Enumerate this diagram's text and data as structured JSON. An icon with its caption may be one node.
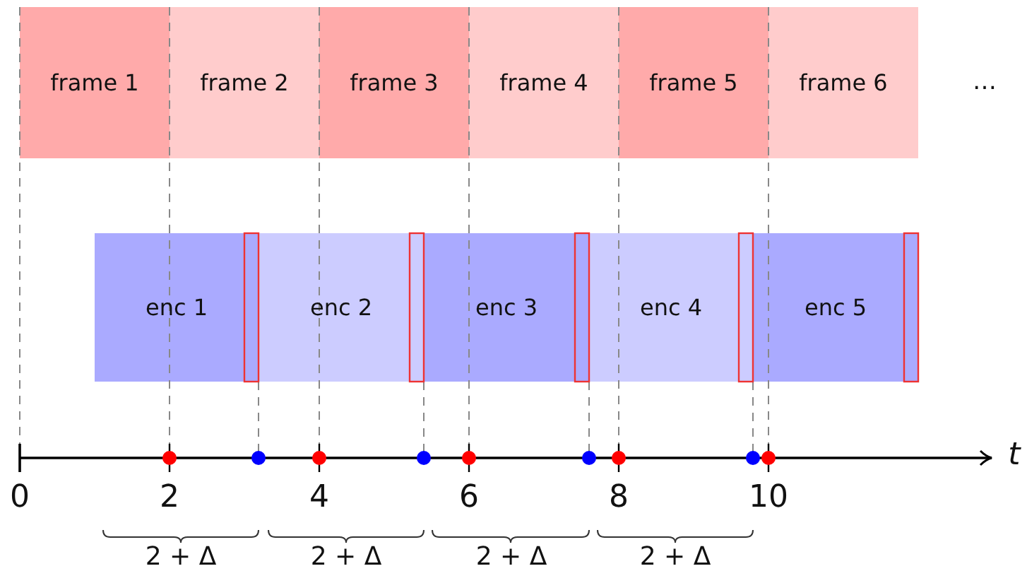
{
  "diagram": {
    "nodes": [
      {
        "text": [
          "frame 1"
        ]
      },
      {
        "text": [
          "frame 2"
        ]
      },
      {
        "text": [
          "frame 3"
        ]
      },
      {
        "text": [
          "frame 4"
        ]
      },
      {
        "text": [
          "frame 5"
        ]
      },
      {
        "text": [
          "frame 6"
        ]
      },
      {
        "text": [
          "enc 1"
        ]
      },
      {
        "text": [
          "enc 2"
        ]
      },
      {
        "text": [
          "enc 3"
        ]
      },
      {
        "text": [
          "enc 4"
        ]
      },
      {
        "text": [
          "enc 5"
        ]
      }
    ],
    "labels": [
      "…",
      "t",
      "0",
      "2",
      "4",
      "6",
      "8",
      "10",
      "2 + Δ",
      "2 + Δ",
      "2 + Δ",
      "2 + Δ"
    ]
  }
}
